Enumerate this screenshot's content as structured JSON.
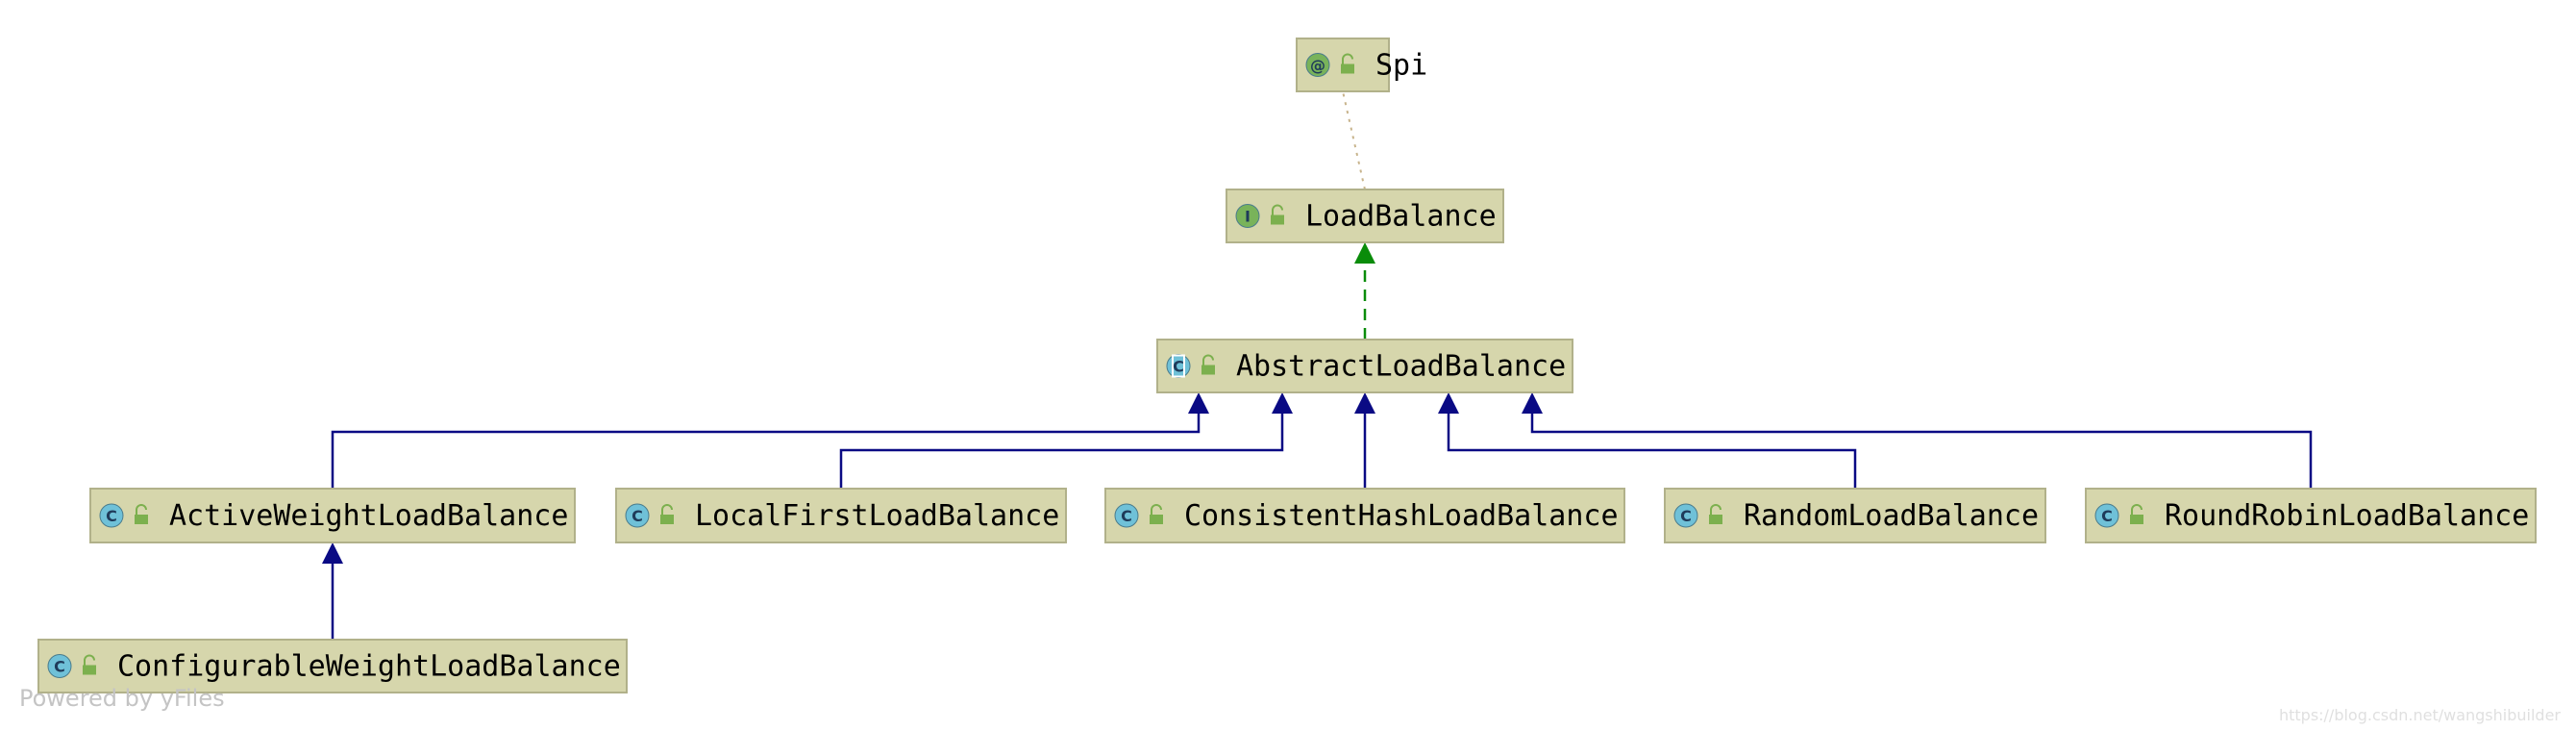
{
  "diagram": {
    "nodes": [
      {
        "id": "spi",
        "label": "Spi",
        "kind": "annotation",
        "badge": "@"
      },
      {
        "id": "loadbalance",
        "label": "LoadBalance",
        "kind": "interface",
        "badge": "I"
      },
      {
        "id": "abstract",
        "label": "AbstractLoadBalance",
        "kind": "abstract-class",
        "badge": "C"
      },
      {
        "id": "activeweight",
        "label": "ActiveWeightLoadBalance",
        "kind": "class",
        "badge": "C"
      },
      {
        "id": "localfirst",
        "label": "LocalFirstLoadBalance",
        "kind": "class",
        "badge": "C"
      },
      {
        "id": "consistenthash",
        "label": "ConsistentHashLoadBalance",
        "kind": "class",
        "badge": "C"
      },
      {
        "id": "random",
        "label": "RandomLoadBalance",
        "kind": "class",
        "badge": "C"
      },
      {
        "id": "roundrobin",
        "label": "RoundRobinLoadBalance",
        "kind": "class",
        "badge": "C"
      },
      {
        "id": "configurableweight",
        "label": "ConfigurableWeightLoadBalance",
        "kind": "class",
        "badge": "C"
      }
    ],
    "edges": [
      {
        "from": "loadbalance",
        "to": "spi",
        "type": "annotated-by"
      },
      {
        "from": "abstract",
        "to": "loadbalance",
        "type": "implements"
      },
      {
        "from": "activeweight",
        "to": "abstract",
        "type": "extends"
      },
      {
        "from": "localfirst",
        "to": "abstract",
        "type": "extends"
      },
      {
        "from": "consistenthash",
        "to": "abstract",
        "type": "extends"
      },
      {
        "from": "random",
        "to": "abstract",
        "type": "extends"
      },
      {
        "from": "roundrobin",
        "to": "abstract",
        "type": "extends"
      },
      {
        "from": "configurableweight",
        "to": "activeweight",
        "type": "extends"
      }
    ]
  },
  "footer": {
    "powered_by": "Powered by yFiles",
    "watermark": "https://blog.csdn.net/wangshibuilder"
  },
  "colors": {
    "node_fill": "#d6d6ac",
    "node_border": "#b1b18a",
    "extends_line": "#0a0a84",
    "implements_line": "#0a8c0a",
    "annotation_line": "#c8b48c",
    "badge_class": "#6fc1d8",
    "badge_interface": "#79b35a",
    "badge_annotation": "#79b35a",
    "lock_icon": "#7cb04e"
  }
}
